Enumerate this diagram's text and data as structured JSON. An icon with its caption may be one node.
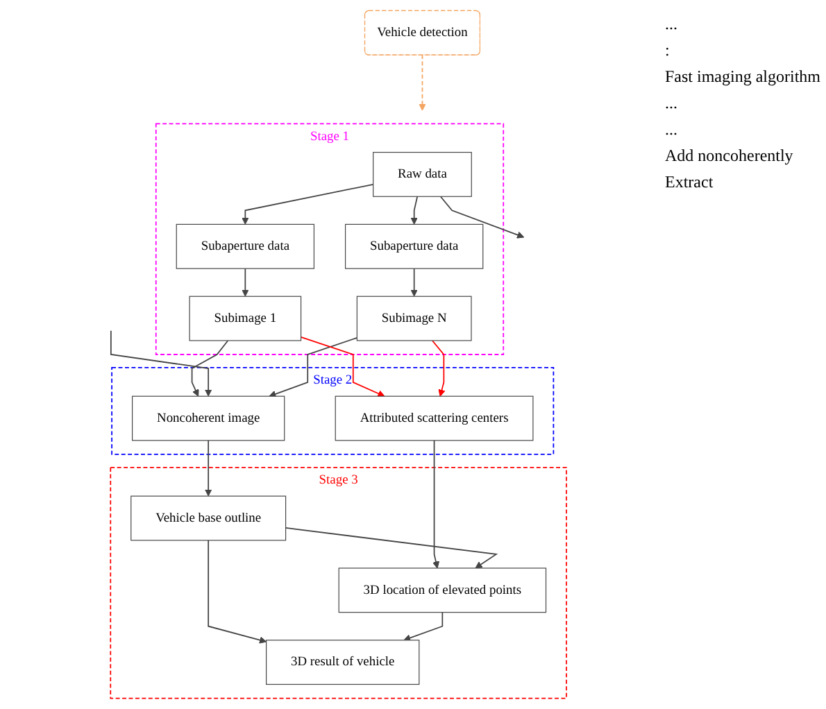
{
  "diagram": {
    "nodes": [
      {
        "text": [
          "Stage 1"
        ]
      },
      {
        "text": [
          "Raw data"
        ],
        "in": 0
      },
      {
        "text": [
          "Subaperture data"
        ],
        "in": 0
      },
      {
        "text": [
          "Subaperture data"
        ],
        "in": 0
      },
      {
        "text": [
          "Subimage 1"
        ],
        "in": 0
      },
      {
        "text": [
          "Subimage N"
        ],
        "in": 0
      },
      {
        "text": [
          "Stage 2"
        ]
      },
      {
        "text": [
          "Noncoherent image"
        ],
        "in": 6
      },
      {
        "text": [
          "Attributed scattering centers"
        ],
        "in": 6
      },
      {
        "text": [
          "Stage 3"
        ]
      },
      {
        "text": [
          "Vehicle base outline"
        ],
        "in": 9
      },
      {
        "text": [
          "3D location of elevated points"
        ],
        "in": 9
      },
      {
        "text": [
          "3D result of vehicle"
        ],
        "in": 9
      },
      {
        "text": [
          "Vehicle detection"
        ]
      }
    ],
    "edges": [
      {
        "from": 1,
        "to": 2,
        "arrow": "to"
      },
      {
        "from": 1,
        "to": null,
        "arrow": "to"
      },
      {
        "from": 1,
        "to": 3,
        "arrow": "to"
      },
      {
        "from": 2,
        "to": 4,
        "arrow": "to"
      },
      {
        "from": 3,
        "to": 5,
        "arrow": "to"
      },
      {
        "from": 4,
        "to": 7,
        "arrow": "to"
      },
      {
        "from": null,
        "to": 7,
        "arrow": "to"
      },
      {
        "from": 5,
        "to": 7,
        "arrow": "to"
      },
      {
        "from": 4,
        "to": 8,
        "arrow": "to",
        "color": "#ff0000"
      },
      {
        "from": 5,
        "to": 8,
        "arrow": "to",
        "color": "#ff0000"
      },
      {
        "from": 7,
        "to": 10,
        "arrow": "to"
      },
      {
        "from": 8,
        "to": 11,
        "arrow": "to"
      },
      {
        "from": 10,
        "to": 11,
        "arrow": "to"
      },
      {
        "from": 10,
        "to": 12,
        "arrow": "to"
      },
      {
        "from": 11,
        "to": 12,
        "arrow": "to"
      },
      {
        "from": 13,
        "to": 0,
        "arrow": "to",
        "style": "dashed",
        "color": "#f4a460"
      }
    ],
    "labels": [
      "...",
      ":",
      "Fast imaging algorithm",
      "...",
      "...",
      "Add noncoherently",
      "Extract"
    ]
  }
}
